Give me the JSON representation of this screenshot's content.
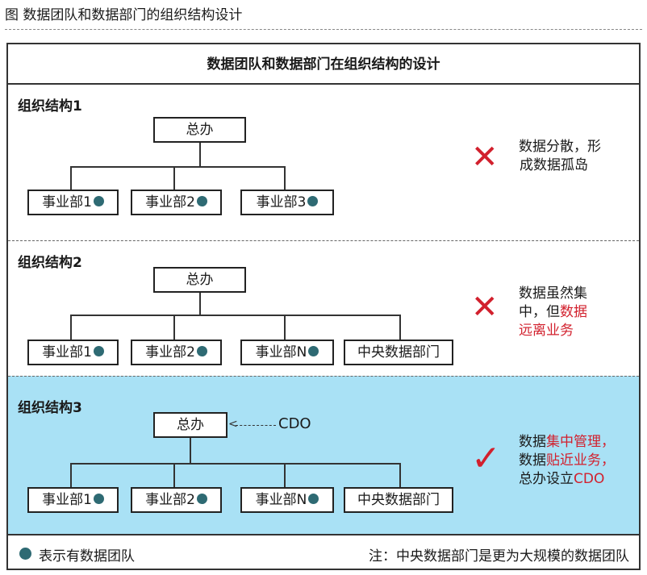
{
  "caption": "图 数据团队和数据部门的组织结构设计",
  "main_title": "数据团队和数据部门在组织结构的设计",
  "sections": [
    {
      "title": "组织结构1",
      "root": "总办",
      "units": [
        "事业部1",
        "事业部2",
        "事业部3"
      ],
      "mark": "✕",
      "note": {
        "line1": "数据分散，形",
        "line2": "成数据孤岛"
      }
    },
    {
      "title": "组织结构2",
      "root": "总办",
      "units": [
        "事业部1",
        "事业部2",
        "事业部N",
        "中央数据部门"
      ],
      "mark": "✕",
      "note": {
        "line1": "数据虽然集",
        "line2_a": "中，但",
        "line2_b": "数据",
        "line3": "远离业务"
      }
    },
    {
      "title": "组织结构3",
      "root": "总办",
      "cdo": "CDO",
      "units": [
        "事业部1",
        "事业部2",
        "事业部N",
        "中央数据部门"
      ],
      "mark": "✓",
      "note": {
        "line1_a": "数据",
        "line1_b": "集中管理，",
        "line2_a": "数据",
        "line2_b": "贴近业务，",
        "line3_a": "总办设立",
        "line3_b": "CDO"
      }
    }
  ],
  "footer": {
    "legend": "表示有数据团队",
    "footnote": "注：中央数据部门是更为大规模的数据团队"
  },
  "colors": {
    "accent_red": "#d2202d",
    "dot": "#2e6a73",
    "highlight_bg": "#a9e1f5"
  }
}
